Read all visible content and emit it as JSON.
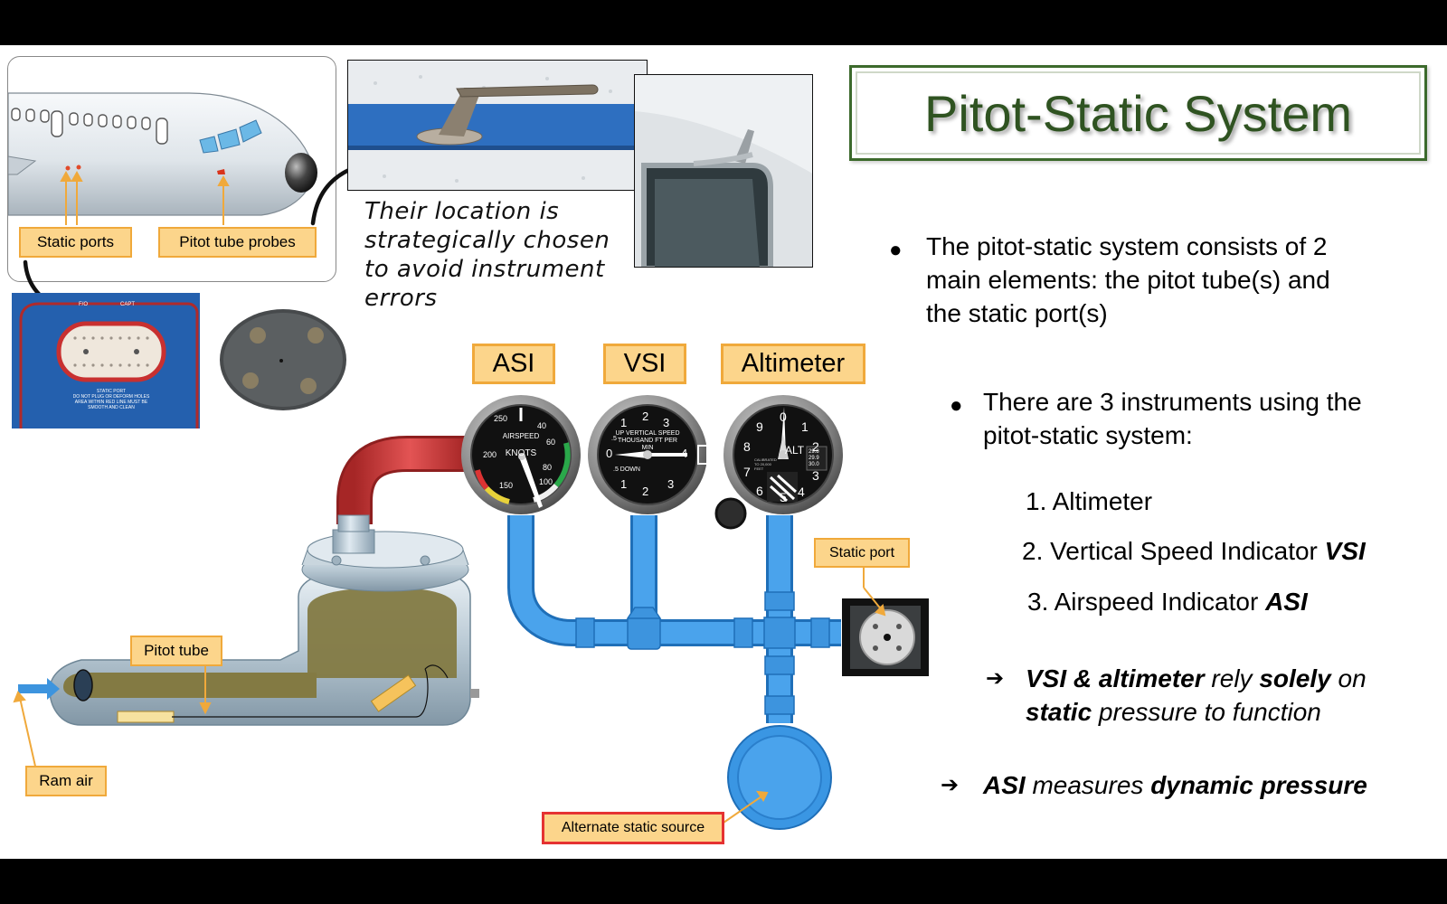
{
  "title": "Pitot-Static System",
  "labels": {
    "static_ports": "Static ports",
    "pitot_tube_probes": "Pitot tube probes",
    "pitot_tube": "Pitot tube",
    "ram_air": "Ram air",
    "static_port": "Static port",
    "alternate_static_source": "Alternate static source"
  },
  "instrument_labels": {
    "asi": "ASI",
    "vsi": "VSI",
    "altimeter": "Altimeter"
  },
  "location_note": [
    "Their location is",
    "strategically chosen",
    "to avoid instrument",
    "errors"
  ],
  "placard": {
    "fo": "F/O",
    "capt": "CAPT",
    "line1": "STATIC PORT",
    "line2": "DO NOT PLUG OR DEFORM HOLES",
    "line3": "AREA WITHIN RED LINE MUST BE",
    "line4": "SMOOTH AND CLEAN"
  },
  "gauges": {
    "asi": {
      "line1": "AIRSPEED",
      "line2": "KNOTS",
      "ticks": [
        "250",
        "200",
        "150",
        "40",
        "60",
        "80",
        "100"
      ]
    },
    "vsi": {
      "line1": "UP VERTICAL SPEED",
      "line2": "THOUSAND FT PER MIN",
      "down": ".5 DOWN",
      "up": ".5",
      "ticks": [
        "0",
        "1",
        "2",
        "3",
        "4",
        "1",
        "2",
        "3"
      ]
    },
    "alt": {
      "label": "ALT",
      "ticks": [
        "0",
        "1",
        "2",
        "3",
        "4",
        "5",
        "6",
        "7",
        "8",
        "9"
      ],
      "kollsman": [
        "29.8",
        "29.9",
        "30.0"
      ],
      "sub": "CALIBRATED TO 20,000 FEET"
    }
  },
  "bullets": {
    "b1": [
      "The pitot-static system consists of 2",
      "main elements: the pitot tube(s) and",
      "the static port(s)"
    ],
    "b2": [
      "There are 3 instruments using the",
      "pitot-static system:"
    ],
    "list": [
      {
        "num": "1.",
        "text": "Altimeter",
        "abbr": ""
      },
      {
        "num": "2.",
        "text": "Vertical Speed Indicator ",
        "abbr": "VSI"
      },
      {
        "num": "3.",
        "text": "Airspeed Indicator ",
        "abbr": "ASI"
      }
    ],
    "arrow1": {
      "bold1": "VSI & altimeter",
      "mid": " rely ",
      "bold2": "solely",
      "end": " on",
      "bold3": "static",
      "end2": " pressure to function"
    },
    "arrow2": {
      "bold1": "ASI",
      "mid": " measures ",
      "bold2": "dynamic pressure"
    }
  },
  "colors": {
    "pipe_blue": "#3d9ae8",
    "pipe_red": "#cc3838",
    "label_fill": "#fcd58b",
    "label_border": "#f0a93b",
    "title_green": "#2f5321"
  },
  "icons": {
    "bullet": "●",
    "arrow": "➔"
  }
}
